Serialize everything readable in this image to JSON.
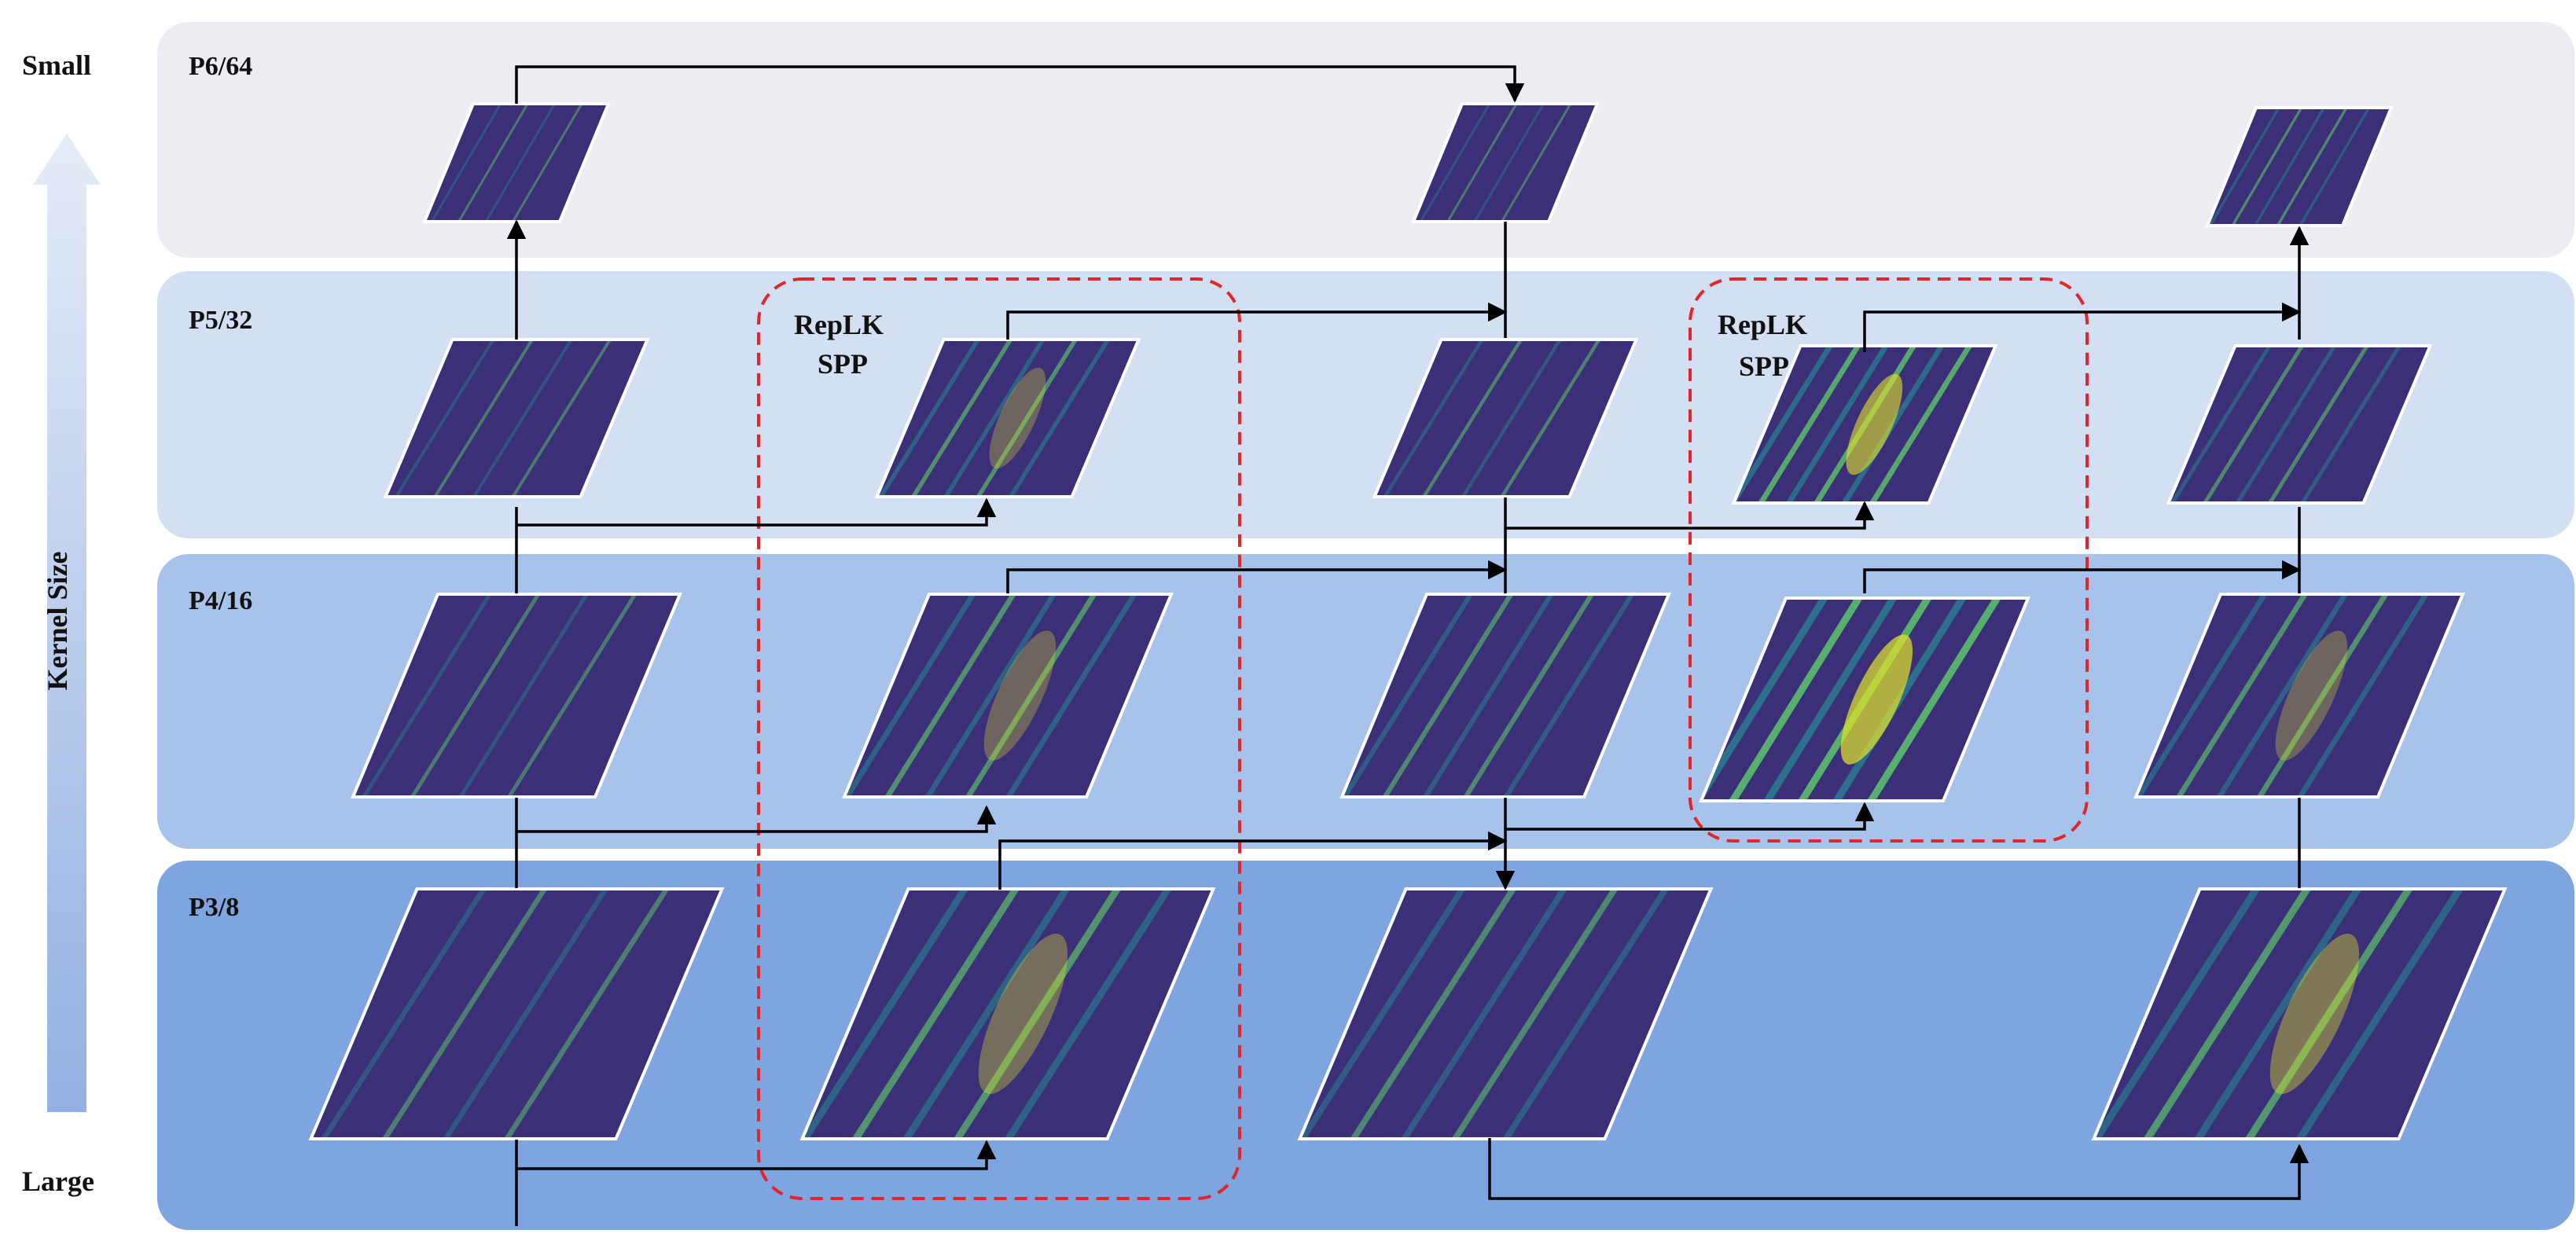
{
  "axis": {
    "label": "Kernel Size",
    "top": "Small",
    "bottom": "Large"
  },
  "levels": [
    {
      "id": "p6",
      "label": "P6/64",
      "color": "#ecedf2"
    },
    {
      "id": "p5",
      "label": "P5/32",
      "color": "#d3e0f3"
    },
    {
      "id": "p4",
      "label": "P4/16",
      "color": "#a8c3eb"
    },
    {
      "id": "p3",
      "label": "P3/8",
      "color": "#7ea5e0"
    }
  ],
  "blocks": [
    {
      "line1": "RepLK",
      "line2": "SPP"
    },
    {
      "line1": "RepLK",
      "line2": "SPP"
    }
  ],
  "colors": {
    "featuremap_base": "#3b2f78",
    "featuremap_mid": "#2a7b8e",
    "featuremap_highlight": "#5cc56a",
    "featuremap_hot": "#e4e52a",
    "block_outline": "#e0262b",
    "arrow": "#000000"
  }
}
